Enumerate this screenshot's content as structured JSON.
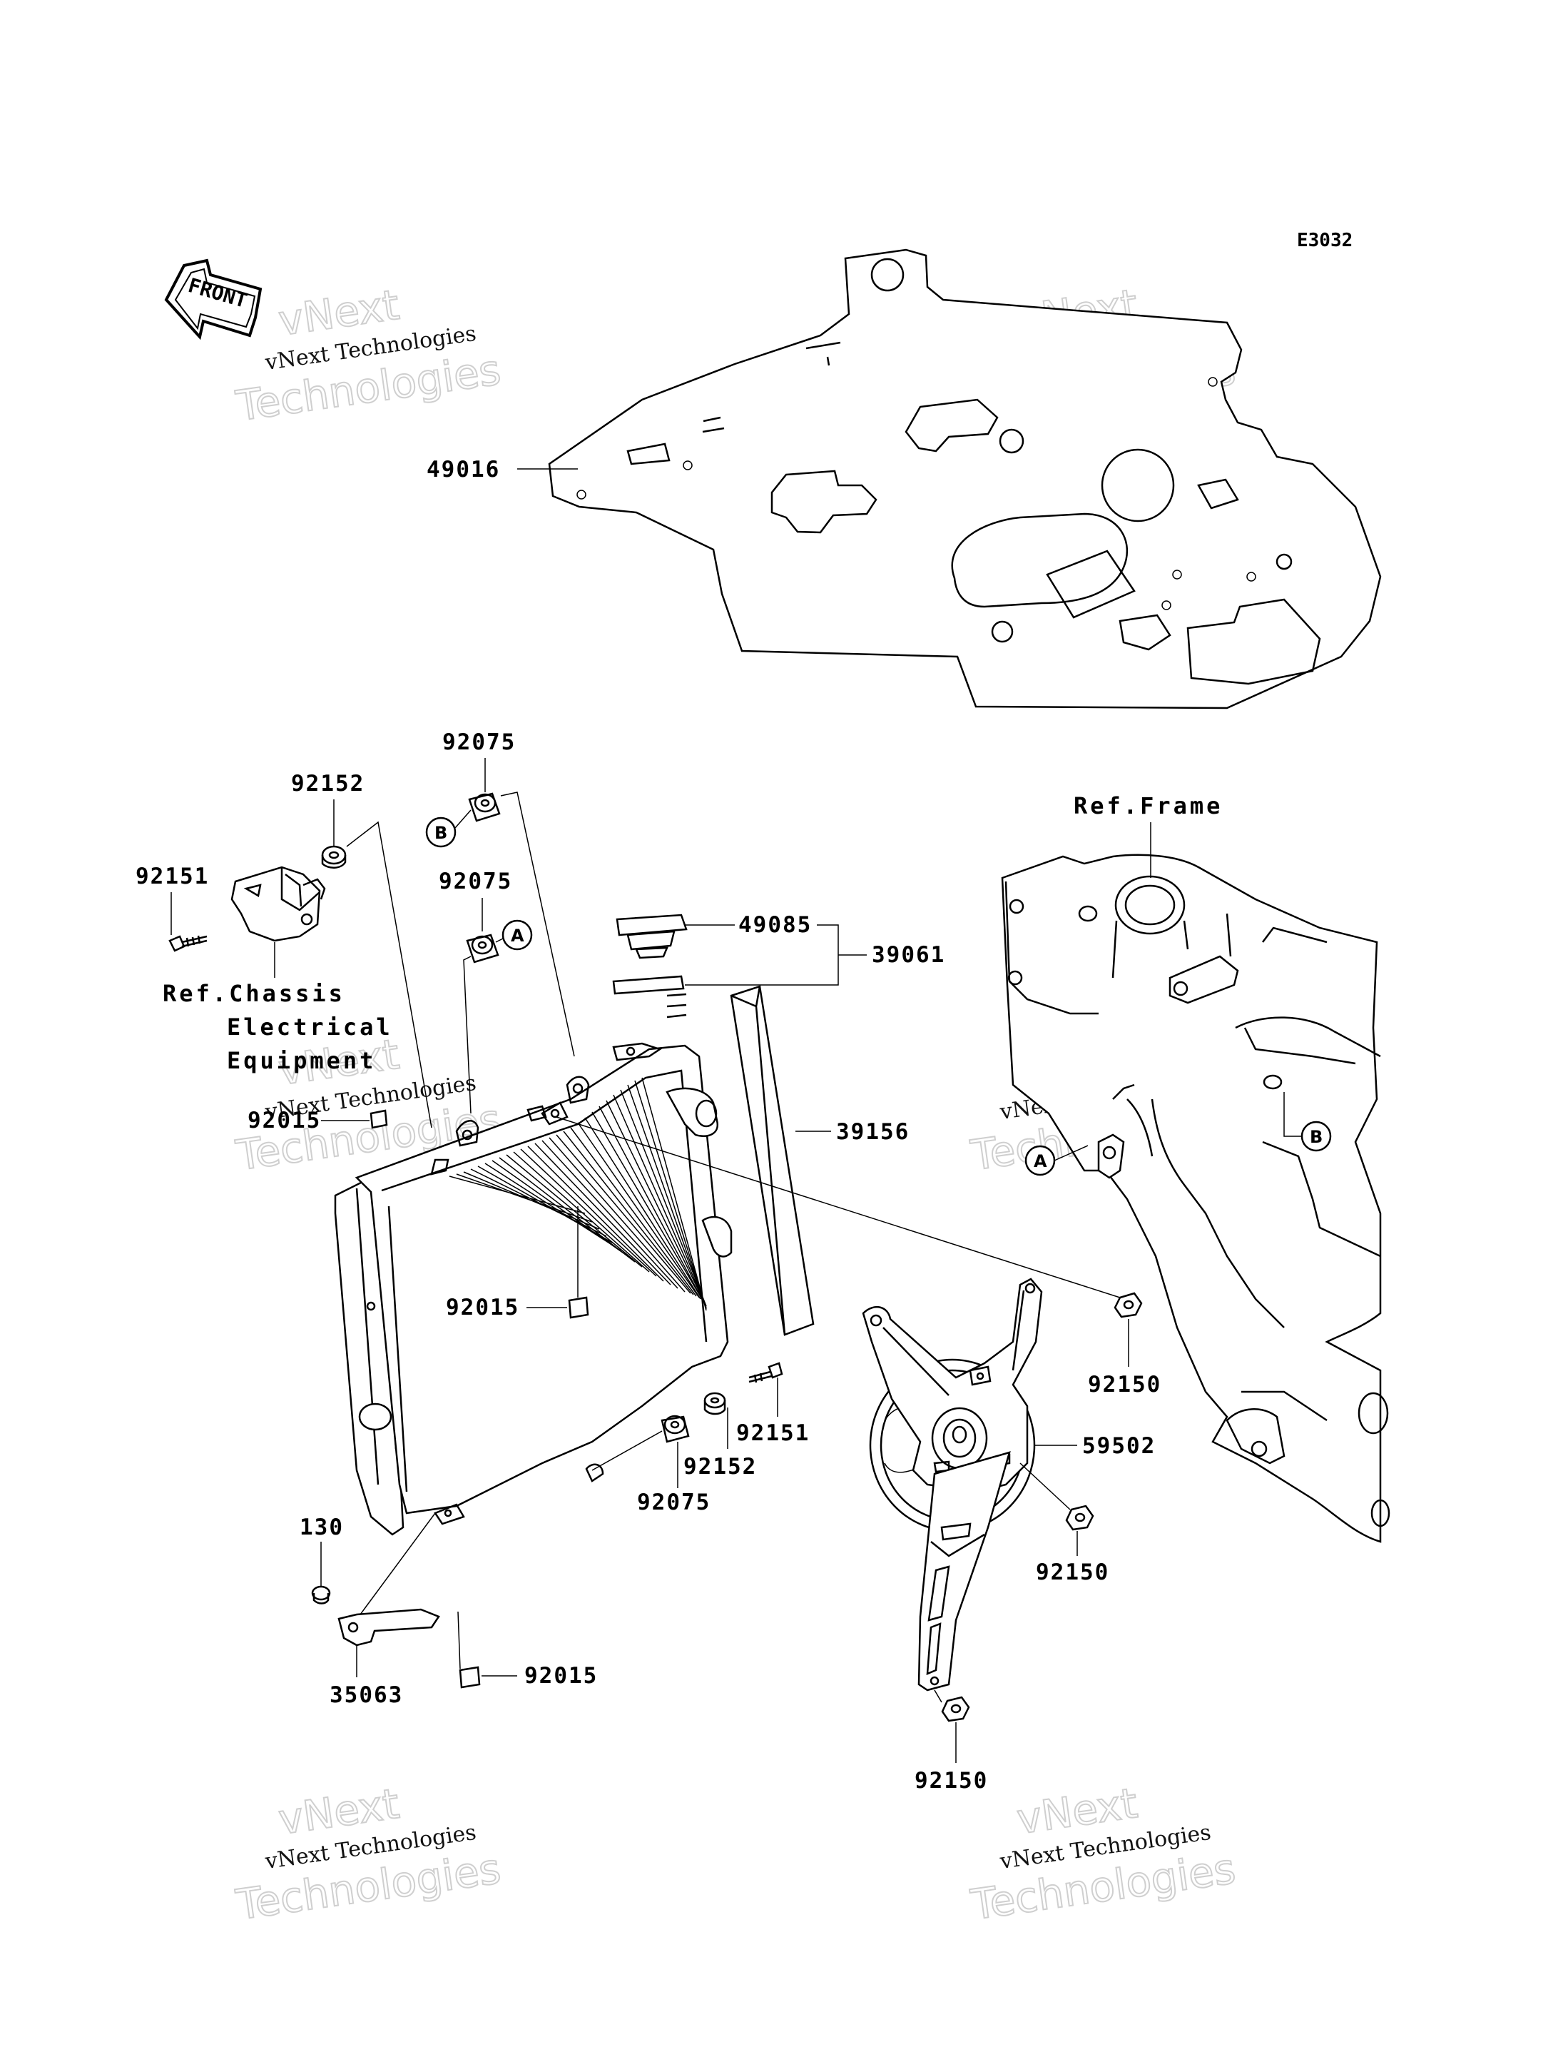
{
  "diagram_code": "E3032",
  "front_label": "FRONT",
  "watermark": {
    "line1": "vNext Technologies",
    "line2": "vNext",
    "line3": "Technologies"
  },
  "parts": {
    "p49016": "49016",
    "p92075_top": "92075",
    "p92152_top": "92152",
    "p92151_left": "92151",
    "p92075_mid": "92075",
    "p49085": "49085",
    "p39061": "39061",
    "p39156": "39156",
    "p92015_left": "92015",
    "p92015_center": "92015",
    "p92150_upper": "92150",
    "p92151_lower": "92151",
    "p59502": "59502",
    "p92152_lower": "92152",
    "p92075_lower": "92075",
    "p130": "130",
    "p92150_mid": "92150",
    "p35063": "35063",
    "p92015_bottom": "92015",
    "p92150_bottom": "92150"
  },
  "refs": {
    "chassis_line1": "Ref.Chassis",
    "chassis_line2": "Electrical",
    "chassis_line3": "Equipment",
    "frame": "Ref.Frame"
  },
  "callouts": {
    "a": "A",
    "b": "B"
  }
}
